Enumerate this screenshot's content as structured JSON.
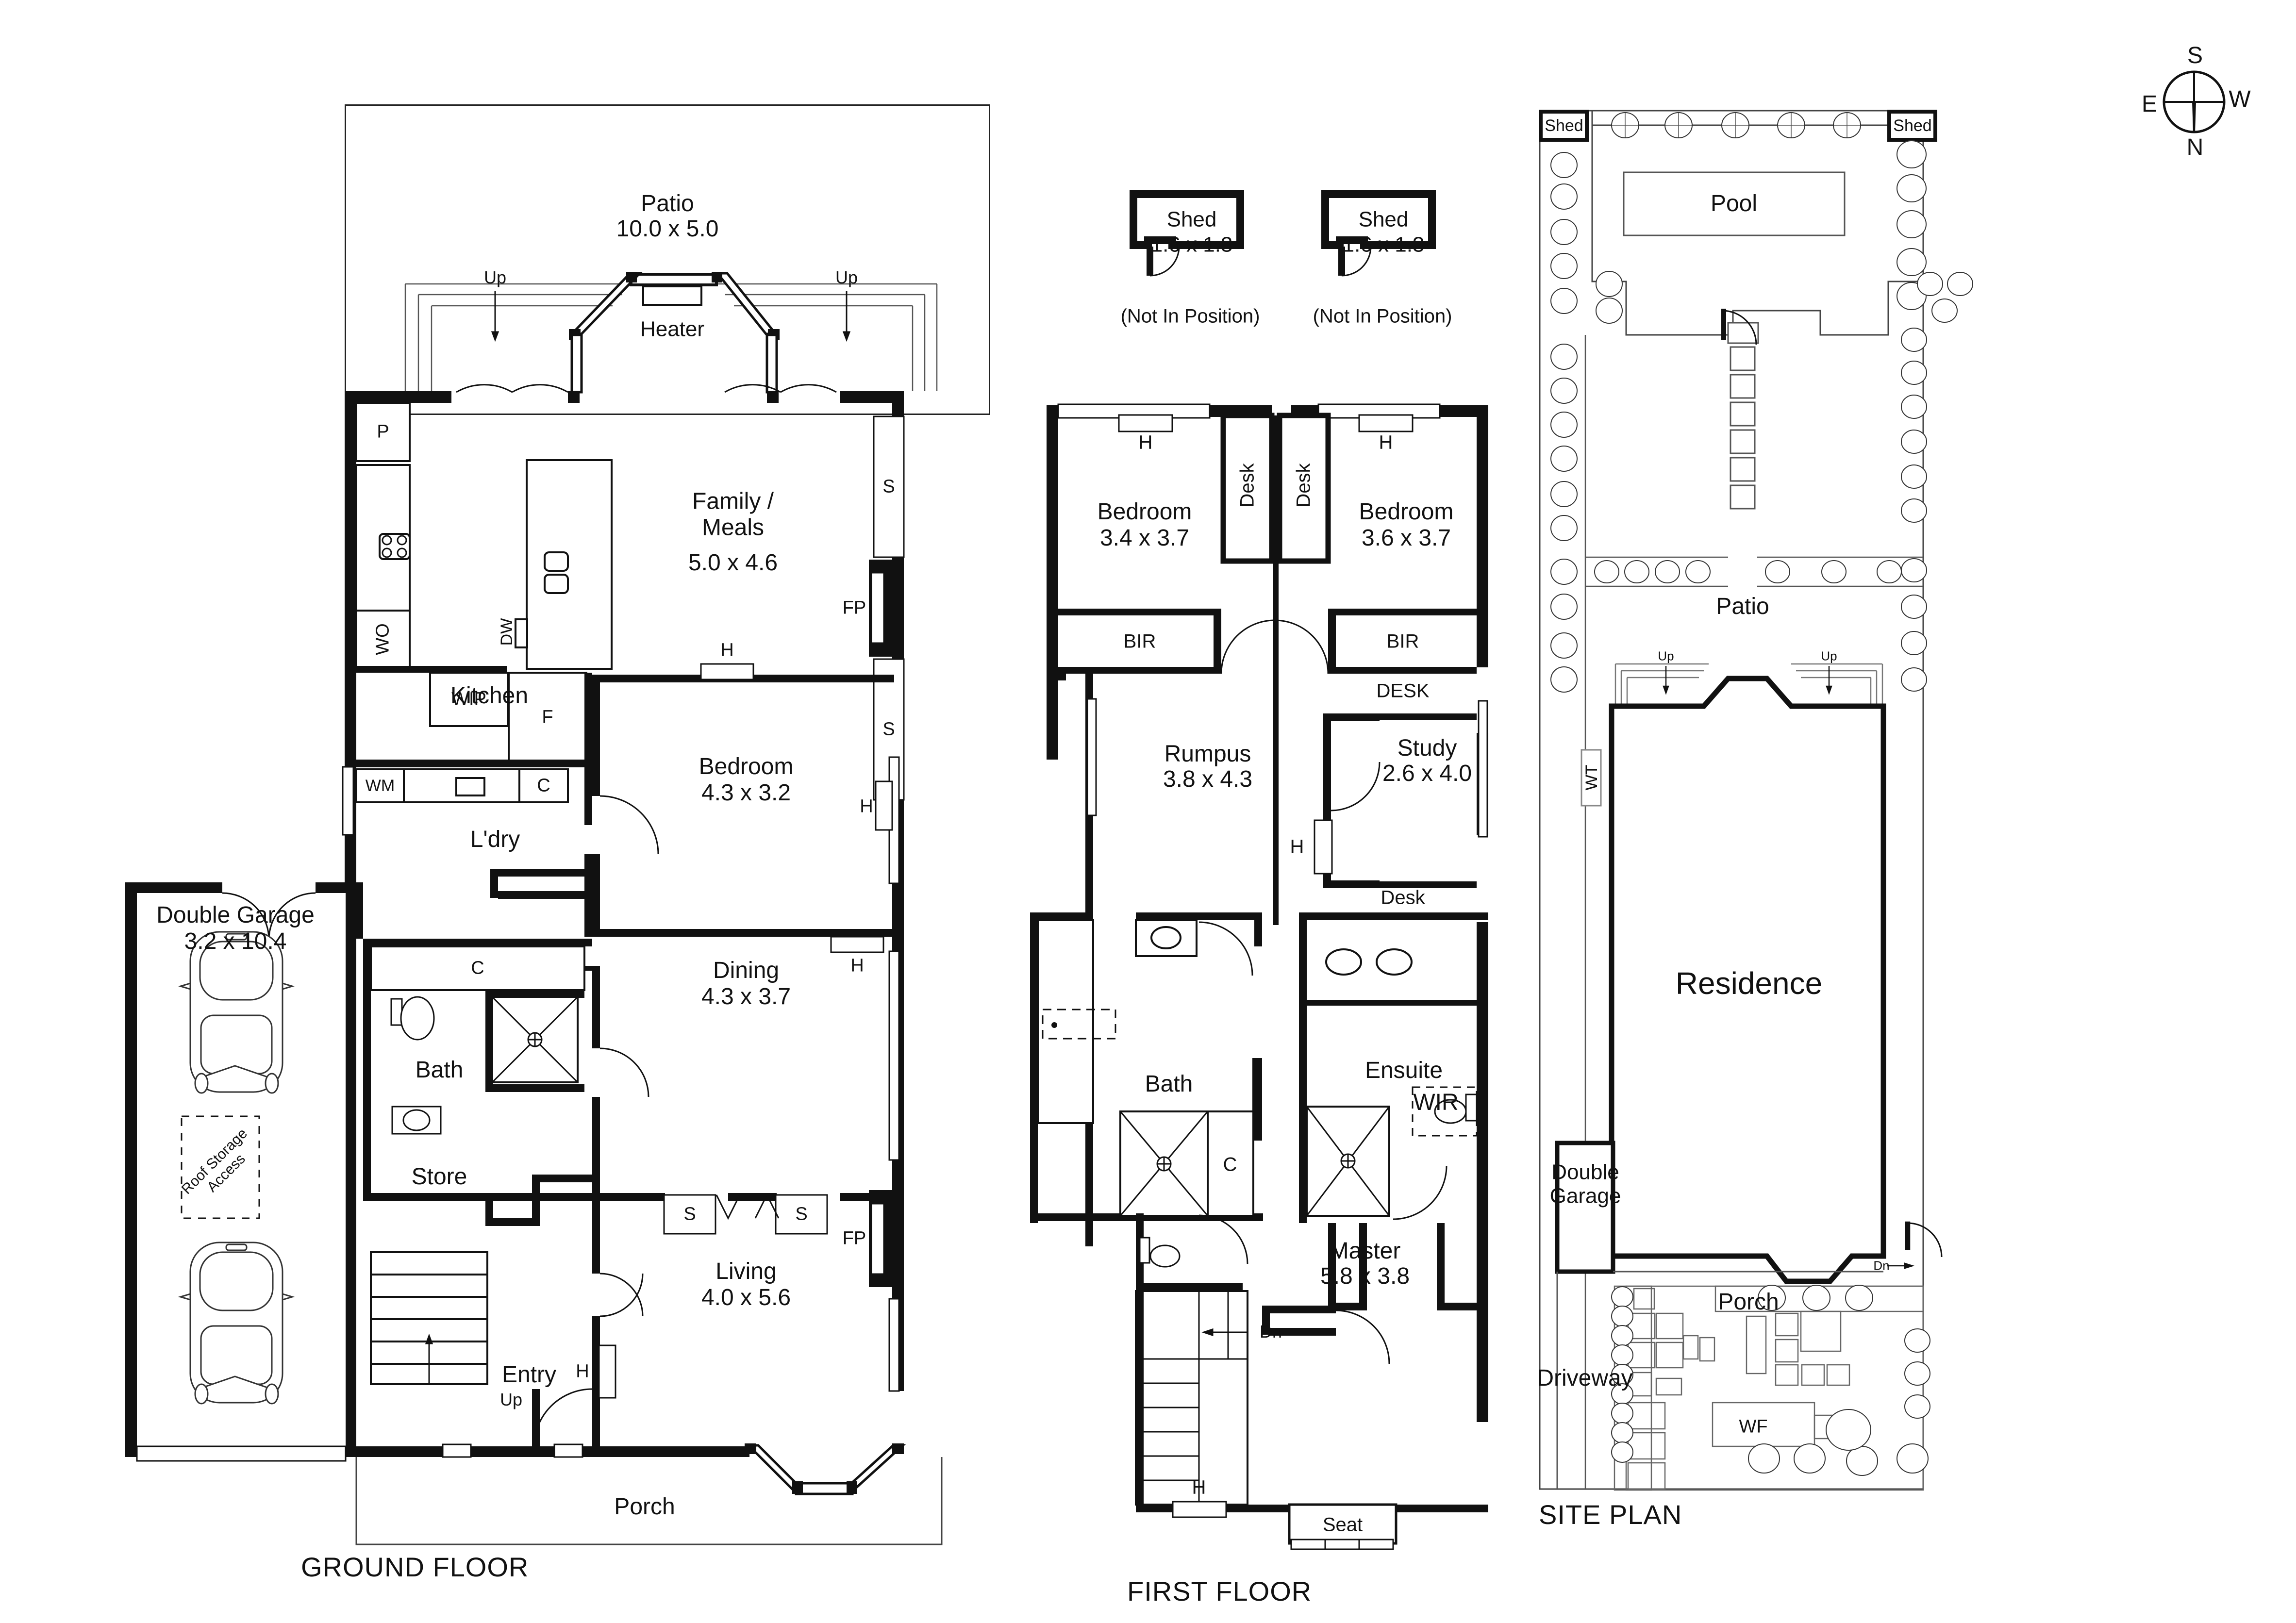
{
  "plans": [
    {
      "id": "ground",
      "caption": "GROUND FLOOR"
    },
    {
      "id": "first",
      "caption": "FIRST FLOOR"
    },
    {
      "id": "site",
      "caption": "SITE PLAN"
    }
  ],
  "compass": {
    "top": "S",
    "bottom": "N",
    "left": "E",
    "right": "W"
  },
  "ground_floor": {
    "caption": "GROUND FLOOR",
    "rooms": [
      {
        "name": "Patio",
        "dims": "10.0 x 5.0"
      },
      {
        "name": "Family /\nMeals",
        "dims": "5.0 x 4.6"
      },
      {
        "name": "Kitchen",
        "dims": ""
      },
      {
        "name": "Bedroom",
        "dims": "4.3 x 3.2"
      },
      {
        "name": "Dining",
        "dims": "4.3 x 3.7"
      },
      {
        "name": "Living",
        "dims": "4.0 x 5.6"
      },
      {
        "name": "Double Garage",
        "dims": "3.2 x 10.4"
      },
      {
        "name": "L'dry",
        "dims": ""
      },
      {
        "name": "Bath",
        "dims": ""
      },
      {
        "name": "Store",
        "dims": ""
      },
      {
        "name": "Entry",
        "dims": ""
      },
      {
        "name": "Porch",
        "dims": ""
      }
    ],
    "markers": {
      "heater": "Heater",
      "up_left": "Up",
      "up_right": "Up",
      "up_stair": "Up",
      "pantry": "P",
      "wall_oven": "WO",
      "dishwasher": "DW",
      "walk_in_pantry": "WIP",
      "fridge": "F",
      "washing_machine": "WM",
      "cupboard_1": "C",
      "cupboard_2": "C",
      "roof_storage": "Roof Storage\nAccess",
      "fireplace_1": "FP",
      "fireplace_2": "FP",
      "window_s_1": "S",
      "window_s_2": "S",
      "window_s_3": "S",
      "window_s_4": "S",
      "heater_h_1": "H",
      "heater_h_2": "H",
      "heater_h_3": "H",
      "heater_h_4": "H"
    }
  },
  "first_floor": {
    "caption": "FIRST FLOOR",
    "sheds": [
      {
        "name": "Shed",
        "dims": "1.6 x 1.3",
        "note": "(Not In Position)"
      },
      {
        "name": "Shed",
        "dims": "1.6 x 1.3",
        "note": "(Not In Position)"
      }
    ],
    "rooms": [
      {
        "name": "Bedroom",
        "dims": "3.4 x 3.7"
      },
      {
        "name": "Bedroom",
        "dims": "3.6 x 3.7"
      },
      {
        "name": "Rumpus",
        "dims": "3.8 x 4.3"
      },
      {
        "name": "Study",
        "dims": "2.6 x 4.0"
      },
      {
        "name": "Bath",
        "dims": ""
      },
      {
        "name": "Ensuite",
        "dims": ""
      },
      {
        "name": "Master",
        "dims": "5.8 x 3.8"
      },
      {
        "name": "WIR",
        "dims": ""
      }
    ],
    "markers": {
      "desk_left": "Desk",
      "desk_right": "Desk",
      "bir_left": "BIR",
      "bir_right": "BIR",
      "desk_upper": "DESK",
      "desk_lower": "Desk",
      "cupboard": "C",
      "down_stair": "Dn",
      "seat": "Seat",
      "heater_h_1": "H",
      "heater_h_2": "H",
      "heater_h_3": "H",
      "heater_h_4": "H"
    }
  },
  "site_plan": {
    "caption": "SITE PLAN",
    "labels": {
      "shed_left": "Shed",
      "shed_right": "Shed",
      "pool": "Pool",
      "patio": "Patio",
      "residence": "Residence",
      "double_garage": "Double\nGarage",
      "porch": "Porch",
      "driveway": "Driveway",
      "water_tank": "WT",
      "water_feature": "WF",
      "up_left": "Up",
      "up_right": "Up",
      "down": "Dn"
    }
  }
}
